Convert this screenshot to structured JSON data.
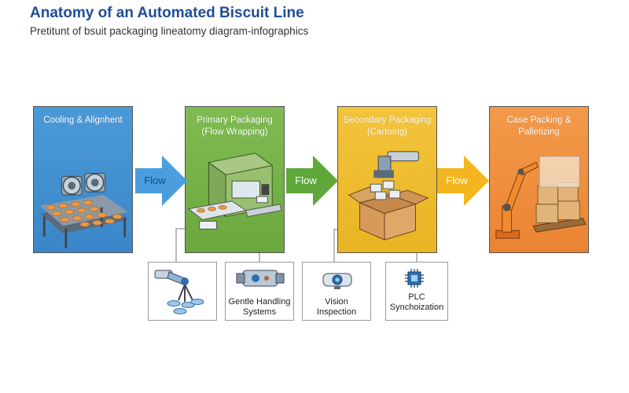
{
  "header": {
    "title": "Anatomy of an Automated Biscuit Line",
    "subtitle": "Pretitunt of bsuit packaging lineatomy diagram-infographics"
  },
  "stages": [
    {
      "label": "Cooling & Alignhent",
      "color": "#3b86c8"
    },
    {
      "label": "Primary Packaging\n(Flow Wrapping)",
      "color": "#6aa83e"
    },
    {
      "label": "Secondary Packaging\n(Cartoing)",
      "color": "#e9b423"
    },
    {
      "label": "Case Packing &\nPalletizing",
      "color": "#ea8433"
    }
  ],
  "arrows": [
    {
      "label": "Flow",
      "color": "#4a9ee0"
    },
    {
      "label": "Flow",
      "color": "#5ea83a"
    },
    {
      "label": "Flow",
      "color": "#f4b51f"
    }
  ],
  "features": [
    {
      "label": "",
      "icon": "robotic-gripper-icon"
    },
    {
      "label": "Gentle Handling\nSystems",
      "icon": "gentle-handling-icon"
    },
    {
      "label": "Vision\nInspection",
      "icon": "vision-camera-icon"
    },
    {
      "label": "PLC\nSynchoization",
      "icon": "plc-chip-icon"
    }
  ]
}
